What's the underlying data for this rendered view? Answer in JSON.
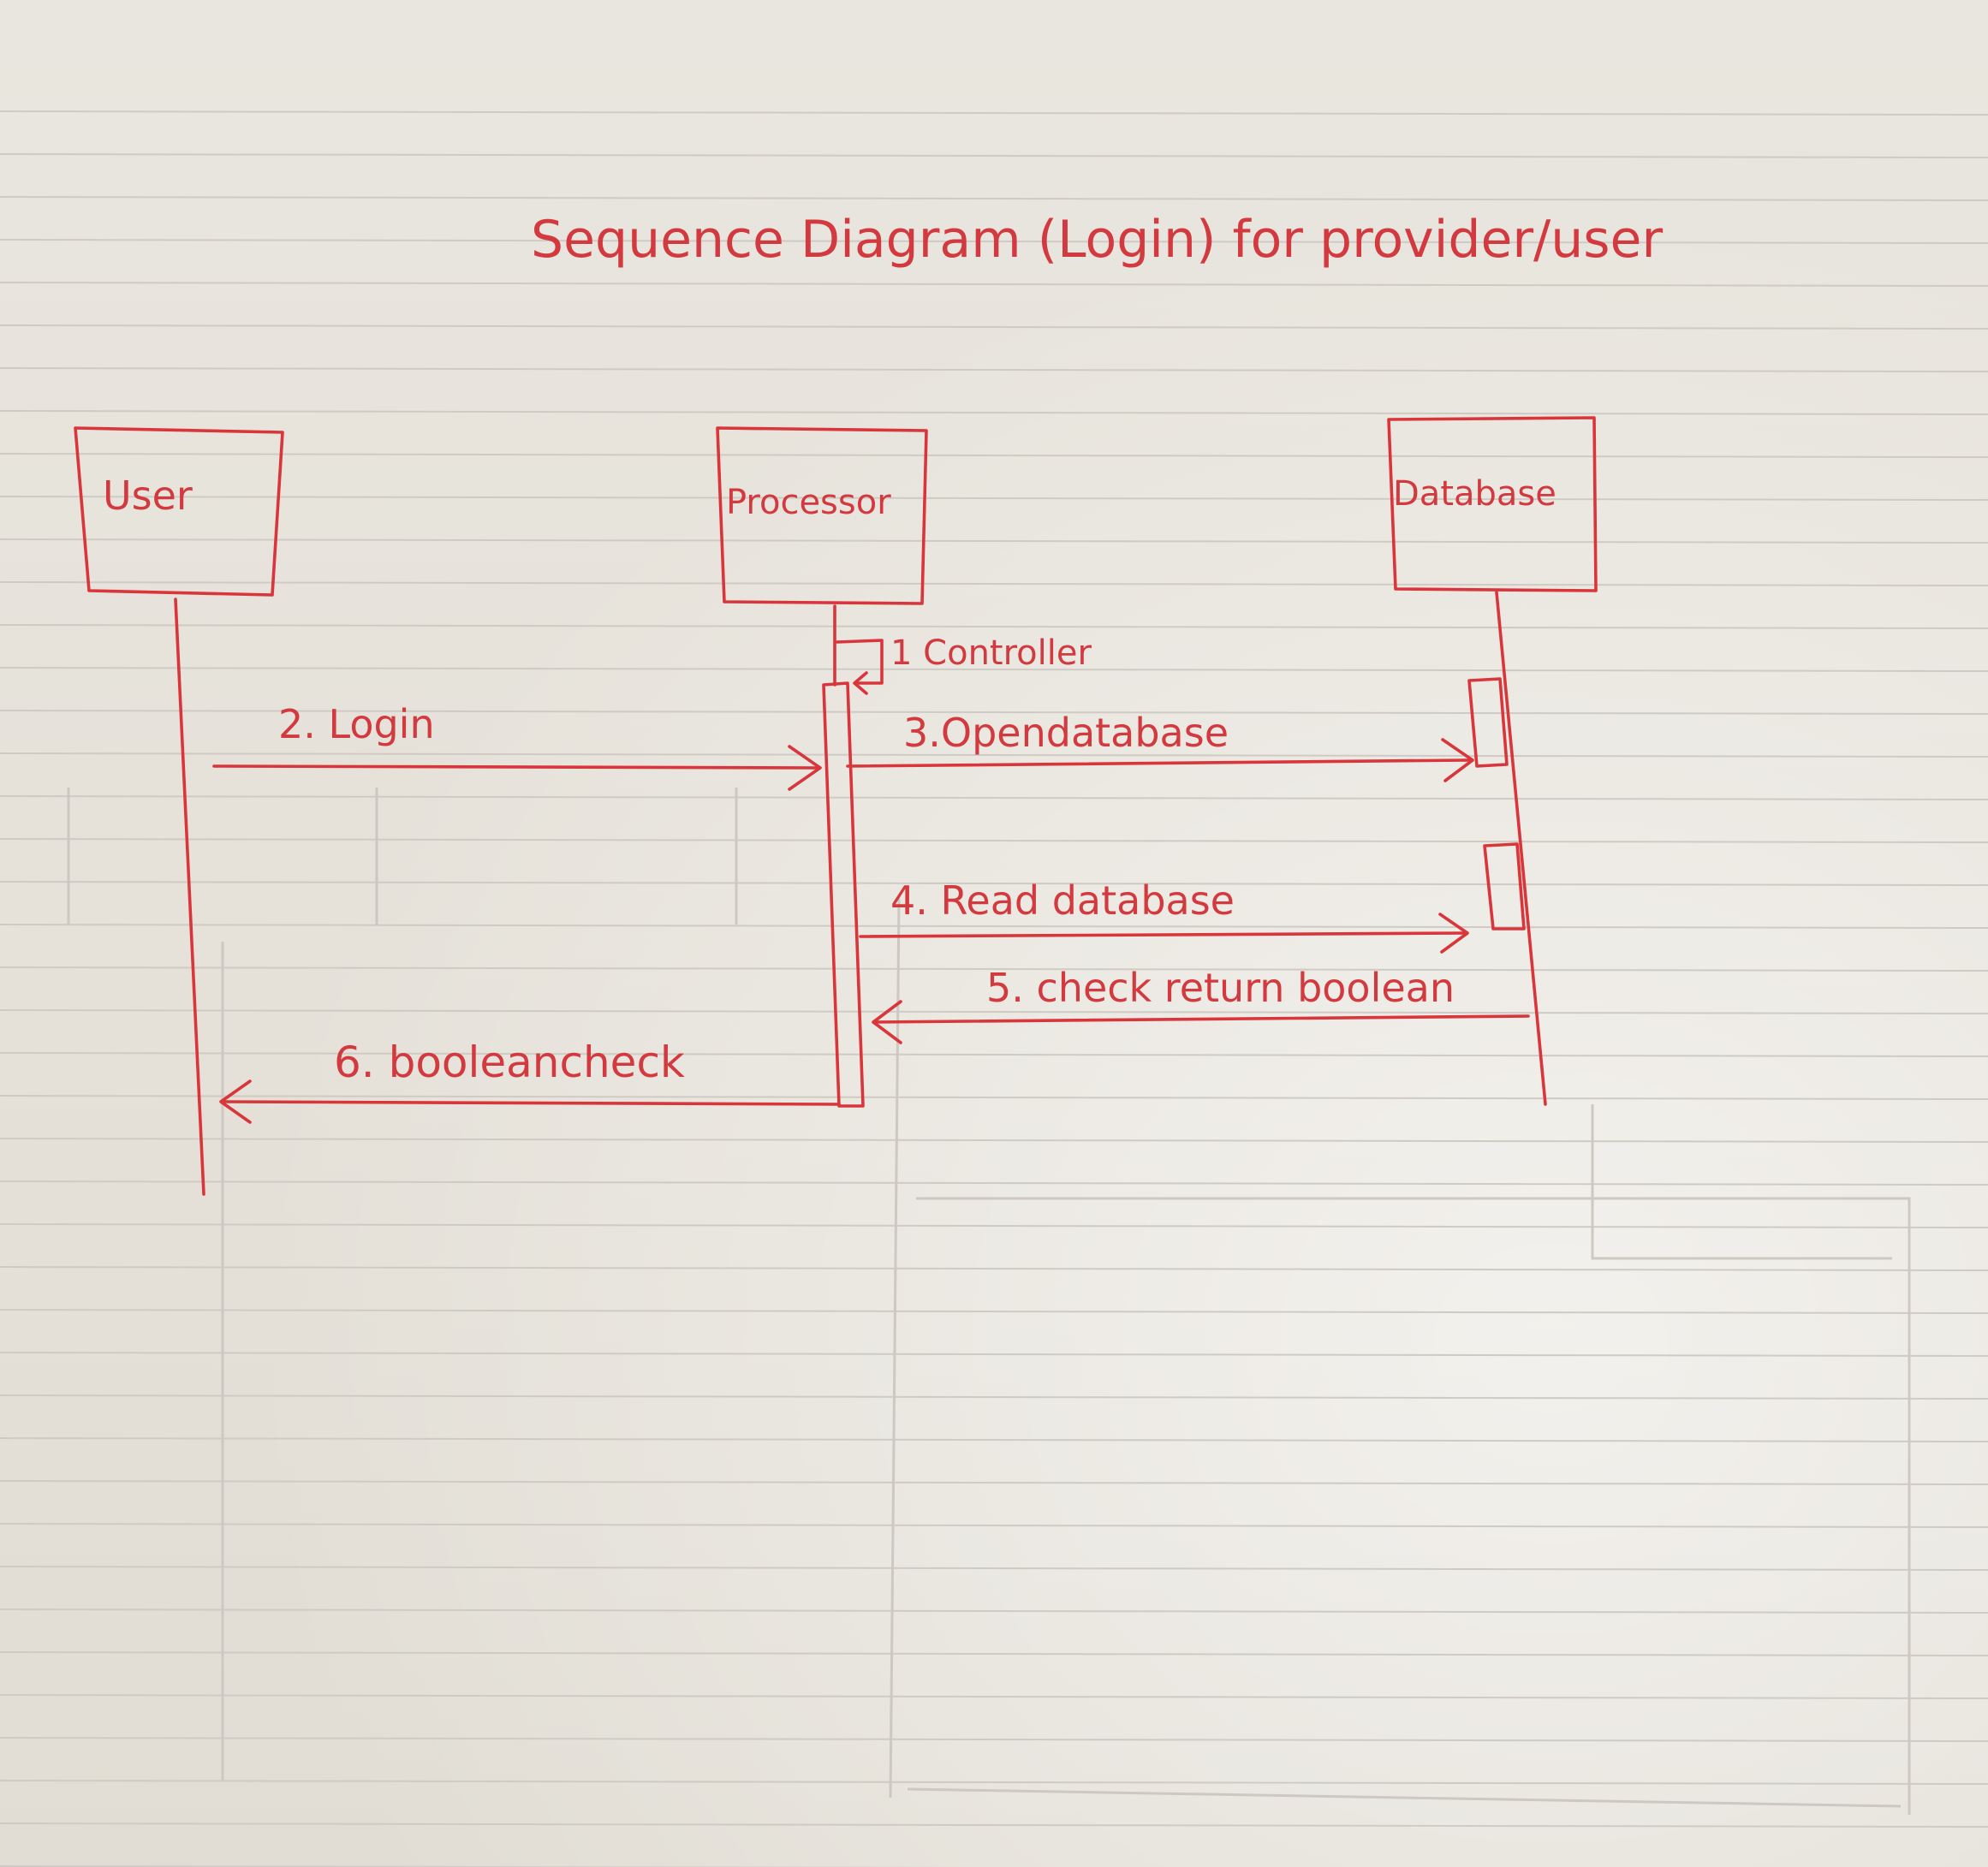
{
  "title": "Sequence Diagram (Login) for provider/user",
  "lifelines": [
    {
      "id": "user",
      "label": "User"
    },
    {
      "id": "processor",
      "label": "Processor"
    },
    {
      "id": "database",
      "label": "Database"
    }
  ],
  "messages": [
    {
      "label": "1 Controller",
      "from": "processor",
      "to": "processor",
      "kind": "self"
    },
    {
      "label": "2. Login",
      "from": "user",
      "to": "processor",
      "kind": "call"
    },
    {
      "label": "3.Opendatabase",
      "from": "processor",
      "to": "database",
      "kind": "call"
    },
    {
      "label": "4. Read database",
      "from": "processor",
      "to": "database",
      "kind": "call"
    },
    {
      "label": "5. check return boolean",
      "from": "database",
      "to": "processor",
      "kind": "return"
    },
    {
      "label": "6. booleancheck",
      "from": "processor",
      "to": "user",
      "kind": "return"
    }
  ],
  "colors": {
    "ink": "#d9363c",
    "paper": "#e6e2da",
    "rule": "#cfcbc4"
  }
}
